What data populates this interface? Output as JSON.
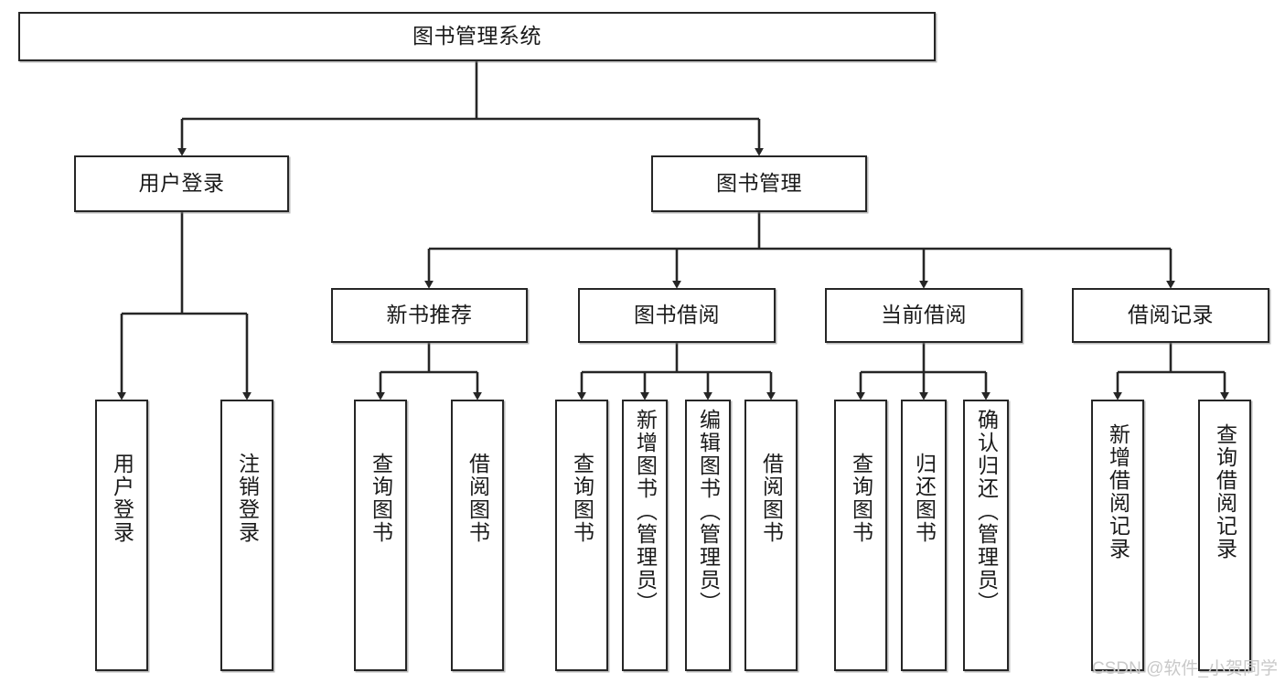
{
  "diagram": {
    "title": "图书管理系统",
    "type": "tree-hierarchy",
    "root": {
      "label": "图书管理系统"
    },
    "level2": [
      {
        "label": "用户登录"
      },
      {
        "label": "图书管理"
      }
    ],
    "level3": [
      {
        "label": "新书推荐"
      },
      {
        "label": "图书借阅"
      },
      {
        "label": "当前借阅"
      },
      {
        "label": "借阅记录"
      }
    ],
    "leaves": {
      "user_login": [
        {
          "label": "用户登录"
        },
        {
          "label": "注销登录"
        }
      ],
      "new_book_recommend": [
        {
          "label": "查询图书"
        },
        {
          "label": "借阅图书"
        }
      ],
      "book_borrow": [
        {
          "label": "查询图书"
        },
        {
          "label": "新增图书（管理员）"
        },
        {
          "label": "编辑图书（管理员）"
        },
        {
          "label": "借阅图书"
        }
      ],
      "current_borrow": [
        {
          "label": "查询图书"
        },
        {
          "label": "归还图书"
        },
        {
          "label": "确认归还（管理员）"
        }
      ],
      "borrow_record": [
        {
          "label": "新增借阅记录"
        },
        {
          "label": "查询借阅记录"
        }
      ]
    }
  },
  "watermark": {
    "text": "CSDN @软件_小贺同学"
  },
  "colors": {
    "border": "#262626",
    "text": "#1a1a1a",
    "background": "#ffffff",
    "watermark": "#c9c9c9"
  }
}
